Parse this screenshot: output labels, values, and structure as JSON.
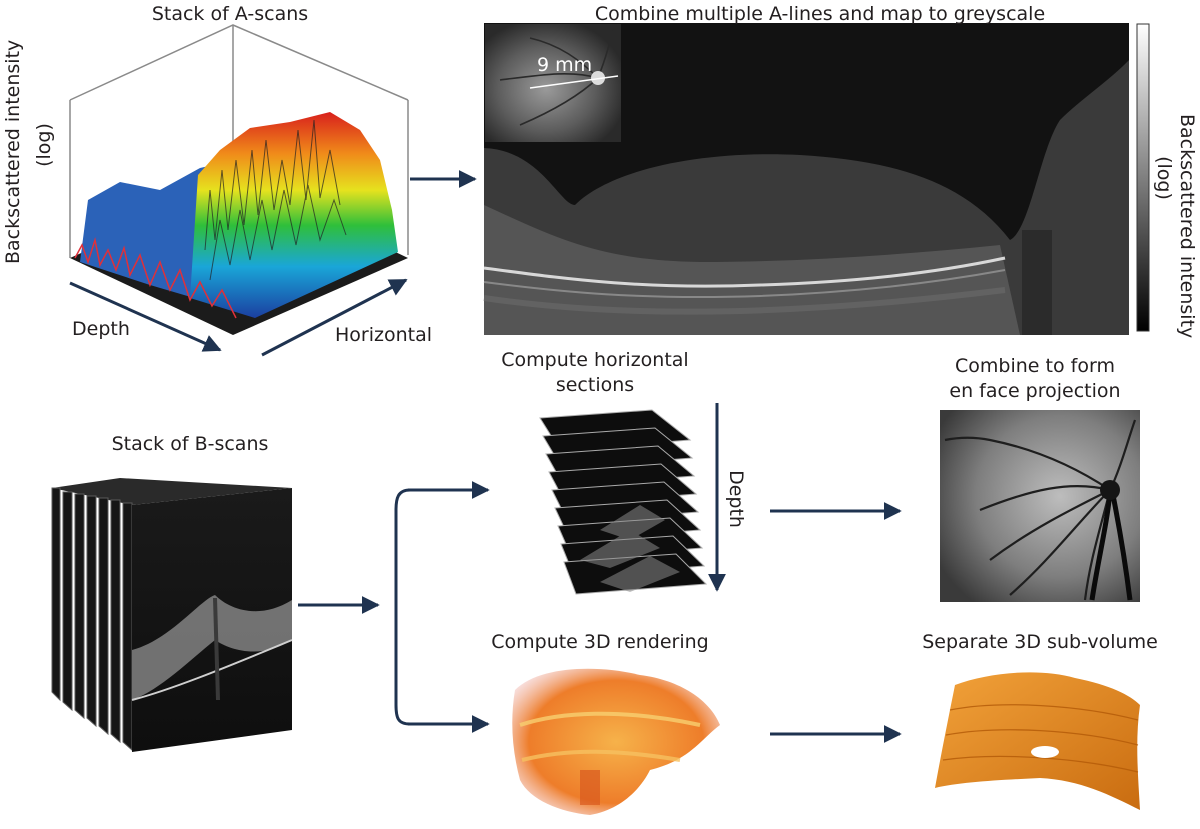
{
  "labels": {
    "stack_a_scans": "Stack of A-scans",
    "combine_a_lines": "Combine multiple A-lines and map to greyscale",
    "backscatter_left_line1": "Backscattered intensity",
    "backscatter_left_line2": "(log)",
    "depth_axis": "Depth",
    "horizontal_axis": "Horizontal",
    "fundus_scale": "9 mm",
    "backscatter_right_line1": "Backscattered intensity",
    "backscatter_right_line2": "(log)",
    "stack_b_scans": "Stack of B-scans",
    "compute_horizontal_line1": "Compute horizontal",
    "compute_horizontal_line2": "sections",
    "depth_arrow_label": "Depth",
    "combine_en_face_line1": "Combine to form",
    "combine_en_face_line2": "en face projection",
    "compute_3d": "Compute 3D rendering",
    "separate_3d": "Separate 3D sub-volume"
  },
  "colors": {
    "arrow": "#1f3350",
    "text": "#231f20",
    "oct_background": "#121212",
    "volume_orange": "#e8902a"
  }
}
